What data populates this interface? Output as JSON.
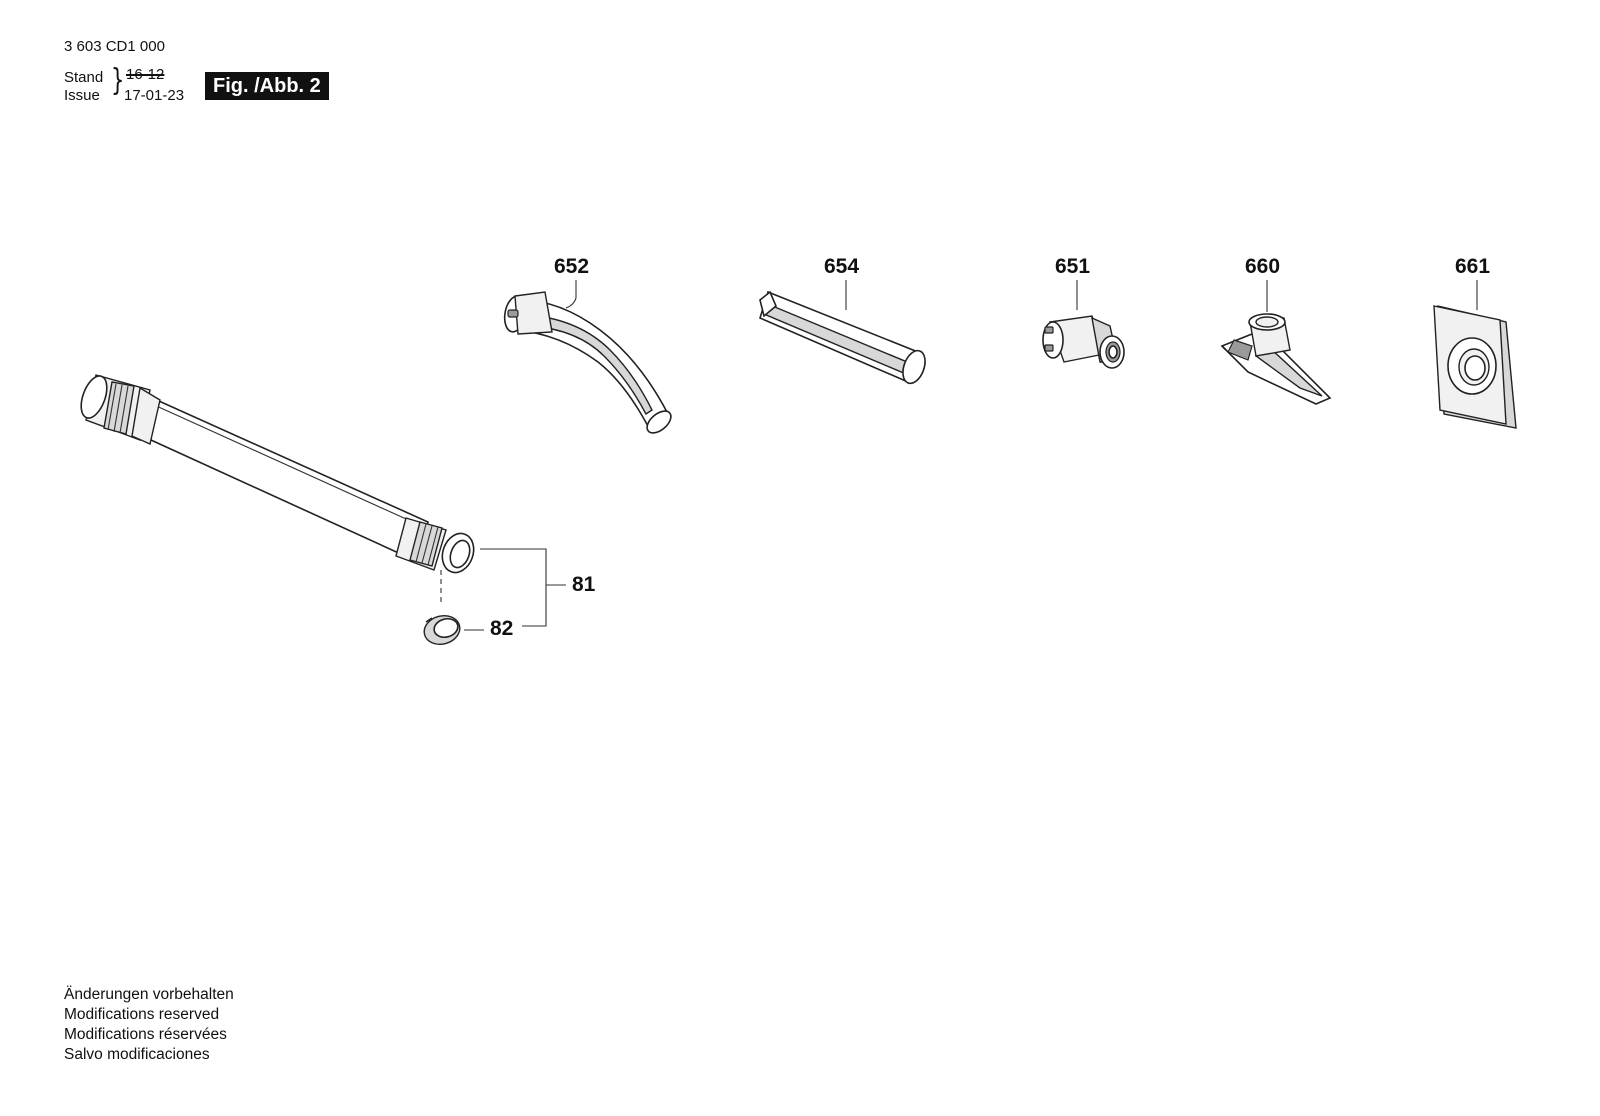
{
  "header": {
    "doc_number": "3 603 CD1 000",
    "stand_label": "Stand",
    "issue_label": "Issue",
    "old_date": "16-12",
    "new_date": "17-01-23",
    "figure_label": "Fig. /Abb. 2"
  },
  "parts": {
    "p652": "652",
    "p654": "654",
    "p651": "651",
    "p660": "660",
    "p661": "661",
    "p81": "81",
    "p82": "82"
  },
  "footer": {
    "line_de": "Änderungen vorbehalten",
    "line_en": "Modifications reserved",
    "line_fr": "Modifications réservées",
    "line_es": "Salvo modificaciones"
  },
  "colors": {
    "ink": "#111111",
    "figure_label_bg": "#111111",
    "figure_label_text": "#ffffff",
    "part_shading": "#d8d8d8"
  }
}
